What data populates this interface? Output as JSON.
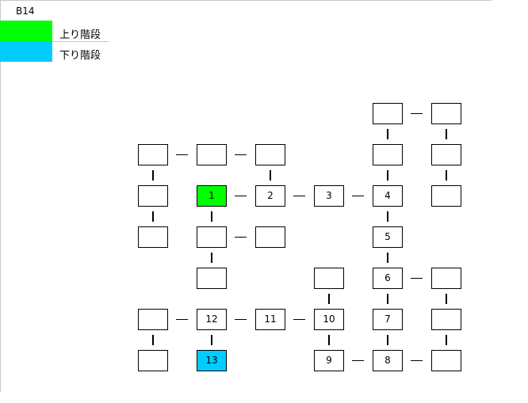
{
  "floor": "B14",
  "legend": [
    {
      "label": "上り階段",
      "color": "#00ff00"
    },
    {
      "label": "下り階段",
      "color": "#00ccff"
    }
  ],
  "rooms": {
    "r1": "1",
    "r2": "2",
    "r3": "3",
    "r4": "4",
    "r5": "5",
    "r6": "6",
    "r7": "7",
    "r8": "8",
    "r9": "9",
    "r10": "10",
    "r11": "11",
    "r12": "12",
    "r13": "13"
  },
  "colors": {
    "up_stairs": "#00ff00",
    "down_stairs": "#00ccff"
  }
}
